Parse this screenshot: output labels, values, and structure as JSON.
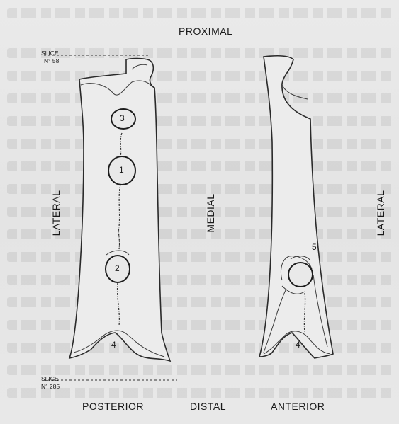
{
  "labels": {
    "proximal": "PROXIMAL",
    "distal": "DISTAL",
    "posterior": "POSTERIOR",
    "anterior": "ANTERIOR",
    "lateral_left": "LATERAL",
    "medial": "MEDIAL",
    "lateral_right": "LATERAL",
    "slice_top_word": "SLICE",
    "slice_top_num": "N° 58",
    "slice_bottom_word": "SLICE",
    "slice_bottom_num": "N° 285"
  },
  "markers": {
    "m1": "1",
    "m2": "2",
    "m3": "3",
    "m4_left": "4",
    "m4_right": "4",
    "m5": "5"
  }
}
